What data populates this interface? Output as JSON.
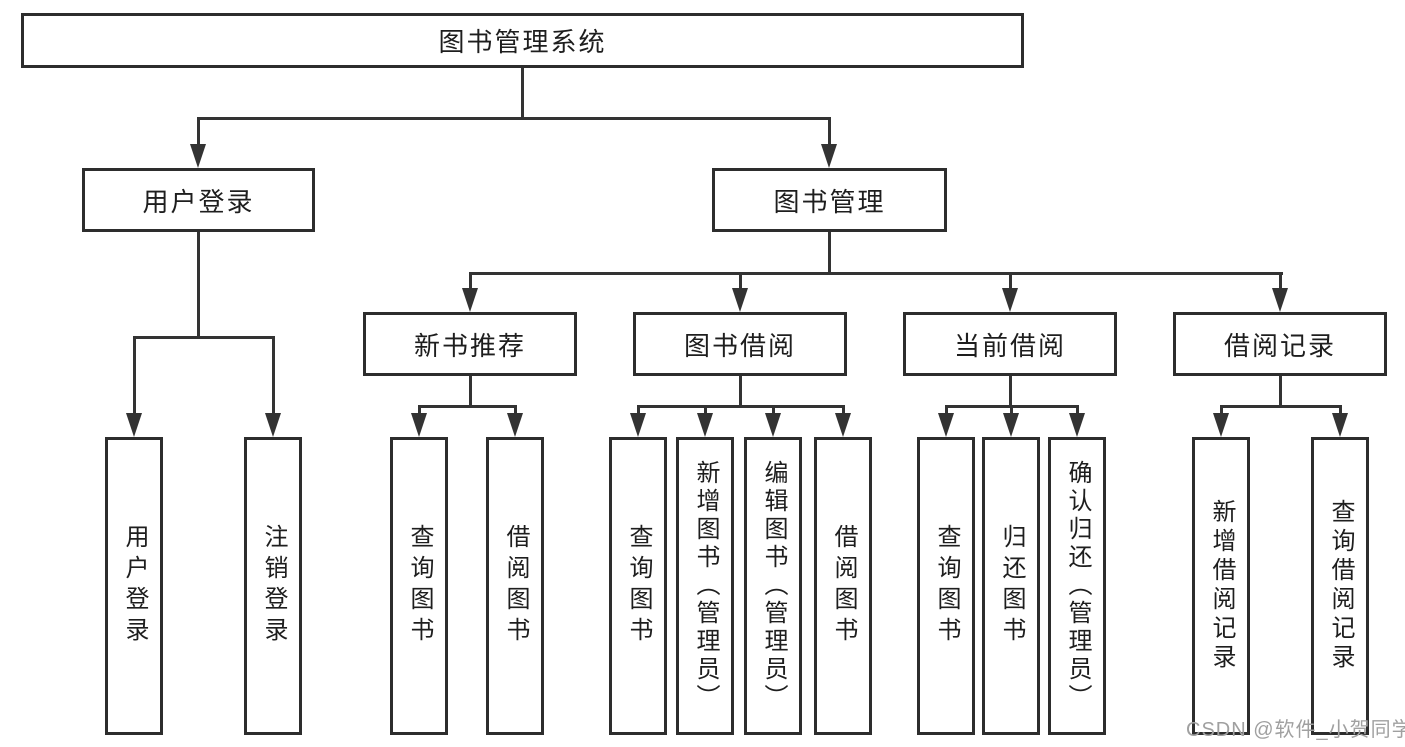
{
  "diagram": {
    "title": "图书管理系统",
    "level2": {
      "login": "用户登录",
      "mgmt": "图书管理"
    },
    "level3": {
      "newbook": "新书推荐",
      "borrow": "图书借阅",
      "current": "当前借阅",
      "records": "借阅记录"
    },
    "leaves": {
      "login_user": "用户登录",
      "login_logout": "注销登录",
      "nb_query": "查询图书",
      "nb_borrow": "借阅图书",
      "bb_query": "查询图书",
      "bb_add": "新增图书（管理员）",
      "bb_edit": "编辑图书（管理员）",
      "bb_borrow": "借阅图书",
      "cb_query": "查询图书",
      "cb_return": "归还图书",
      "cb_confirm": "确认归还（管理员）",
      "rec_add": "新增借阅记录",
      "rec_query": "查询借阅记录"
    }
  },
  "watermark": "CSDN @软件_小贺同学",
  "colors": {
    "line": "#333333",
    "box_border": "#2d2d2d",
    "box_fill": "#ffffff",
    "text": "#1e1e1e",
    "watermark": "#a0a0a0",
    "background": "#ffffff"
  }
}
